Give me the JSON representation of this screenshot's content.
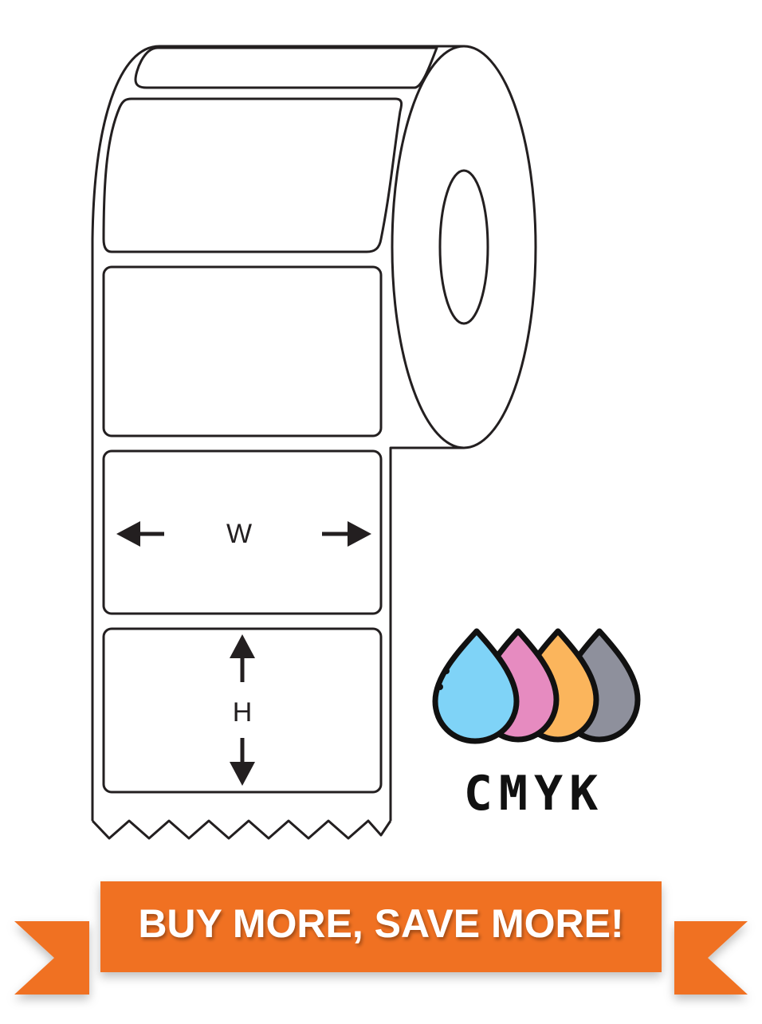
{
  "label_roll": {
    "width_label": "W",
    "height_label": "H",
    "outline_color": "#231f20"
  },
  "ink_logo": {
    "text": "CMYK",
    "drop_colors": [
      "#7fd3f7",
      "#e68bc0",
      "#fbb55c",
      "#8e909c"
    ],
    "outline_color": "#111111"
  },
  "banner": {
    "text": "BUY MORE, SAVE MORE!",
    "color": "#f07122",
    "text_color": "#ffffff"
  }
}
